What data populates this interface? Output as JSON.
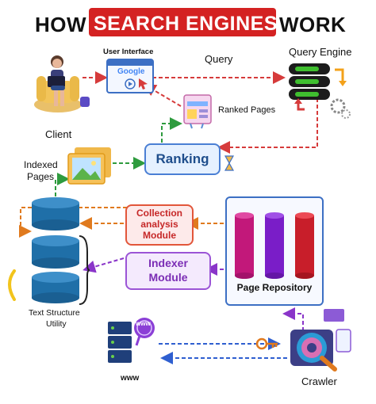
{
  "title": {
    "part1": "HOW",
    "highlight": "SEARCH ENGINES",
    "part2": "WORK"
  },
  "nodes": {
    "user_interface": "User Interface",
    "google": "Google",
    "query": "Query",
    "query_engine": "Query Engine",
    "client": "Client",
    "ranked_pages": "Ranked Pages",
    "ranking": "Ranking",
    "indexed_pages_line1": "Indexed",
    "indexed_pages_line2": "Pages",
    "collection_line1": "Collection",
    "collection_line2": "analysis",
    "collection_line3": "Module",
    "indexer_line1": "Indexer",
    "indexer_line2": "Module",
    "page_repository": "Page Repository",
    "text_structure_line1": "Text Structure",
    "text_structure_line2": "Utility",
    "www": "www",
    "www_badge": "www",
    "crawler": "Crawler"
  },
  "colors": {
    "title_red": "#d42222",
    "arrow_red": "#d63b3b",
    "arrow_green": "#2e9b3e",
    "arrow_orange": "#e07a1e",
    "arrow_purple": "#8a35c9",
    "arrow_blue": "#2f5fd0",
    "db_blue": "#1f6fa8",
    "ranking_blue": "#1f4e8c",
    "collection_red": "#c62828",
    "indexer_purple": "#7b2db5"
  }
}
